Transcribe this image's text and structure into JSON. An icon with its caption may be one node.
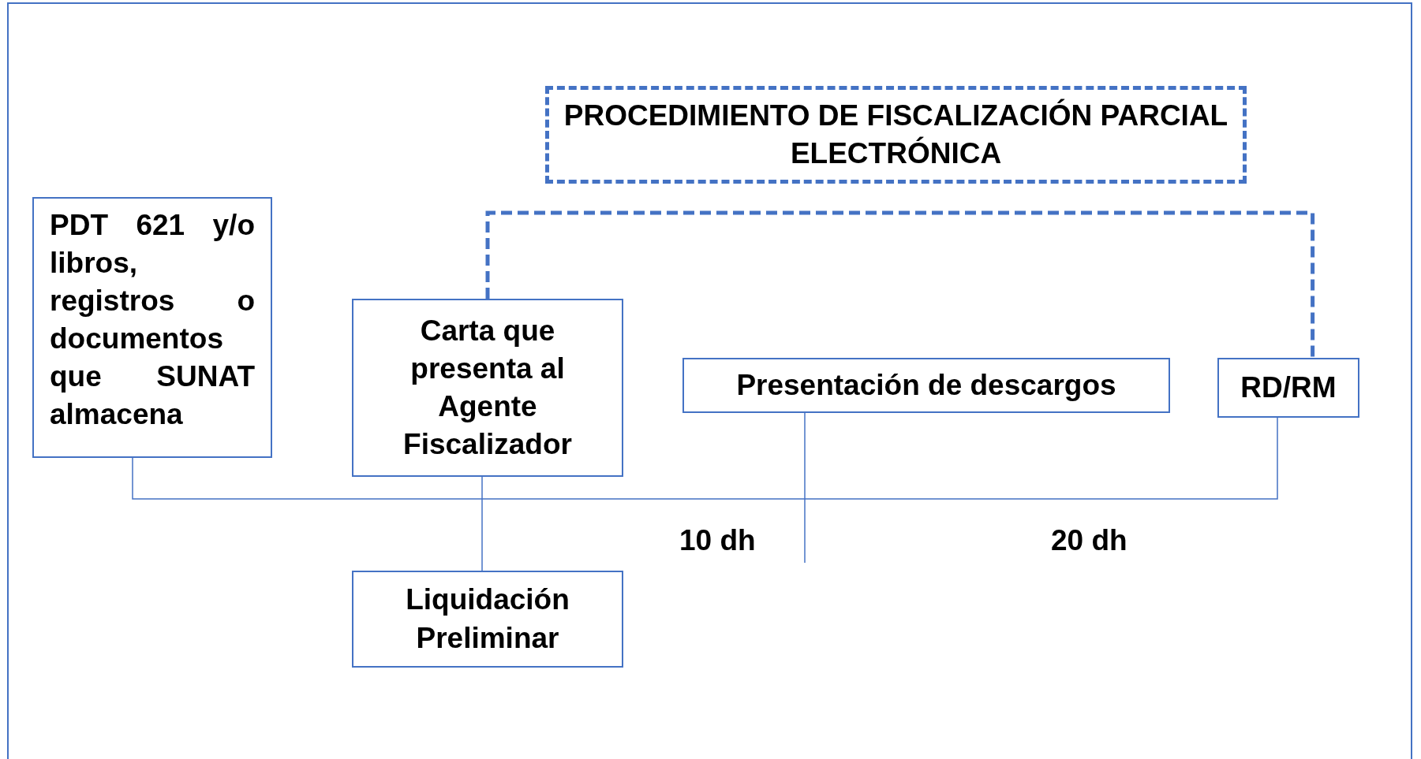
{
  "diagram": {
    "nodes": [
      {
        "text": [
          "PROCEDIMIENTO DE FISCALIZACIÓN PARCIAL ELECTRÓNICA"
        ]
      },
      {
        "text": [
          "PDT 621 y/o libros, registros o documentos que SUNAT almacena"
        ]
      },
      {
        "text": [
          "Carta que presenta al Agente Fiscalizador"
        ]
      },
      {
        "text": [
          "Presentación de descargos"
        ]
      },
      {
        "text": [
          "RD/RM"
        ]
      },
      {
        "text": [
          "Liquidación Preliminar"
        ]
      }
    ],
    "edges": [
      {
        "from": 2,
        "to": 4,
        "arrow": "none",
        "style": "dashed"
      },
      {
        "from": 1,
        "to": 4,
        "arrow": "none"
      },
      {
        "from": 2,
        "to": 5,
        "arrow": "none"
      },
      {
        "from": 3,
        "to": null,
        "arrow": "none"
      }
    ],
    "labels": [
      "10 dh",
      "20 dh"
    ]
  }
}
